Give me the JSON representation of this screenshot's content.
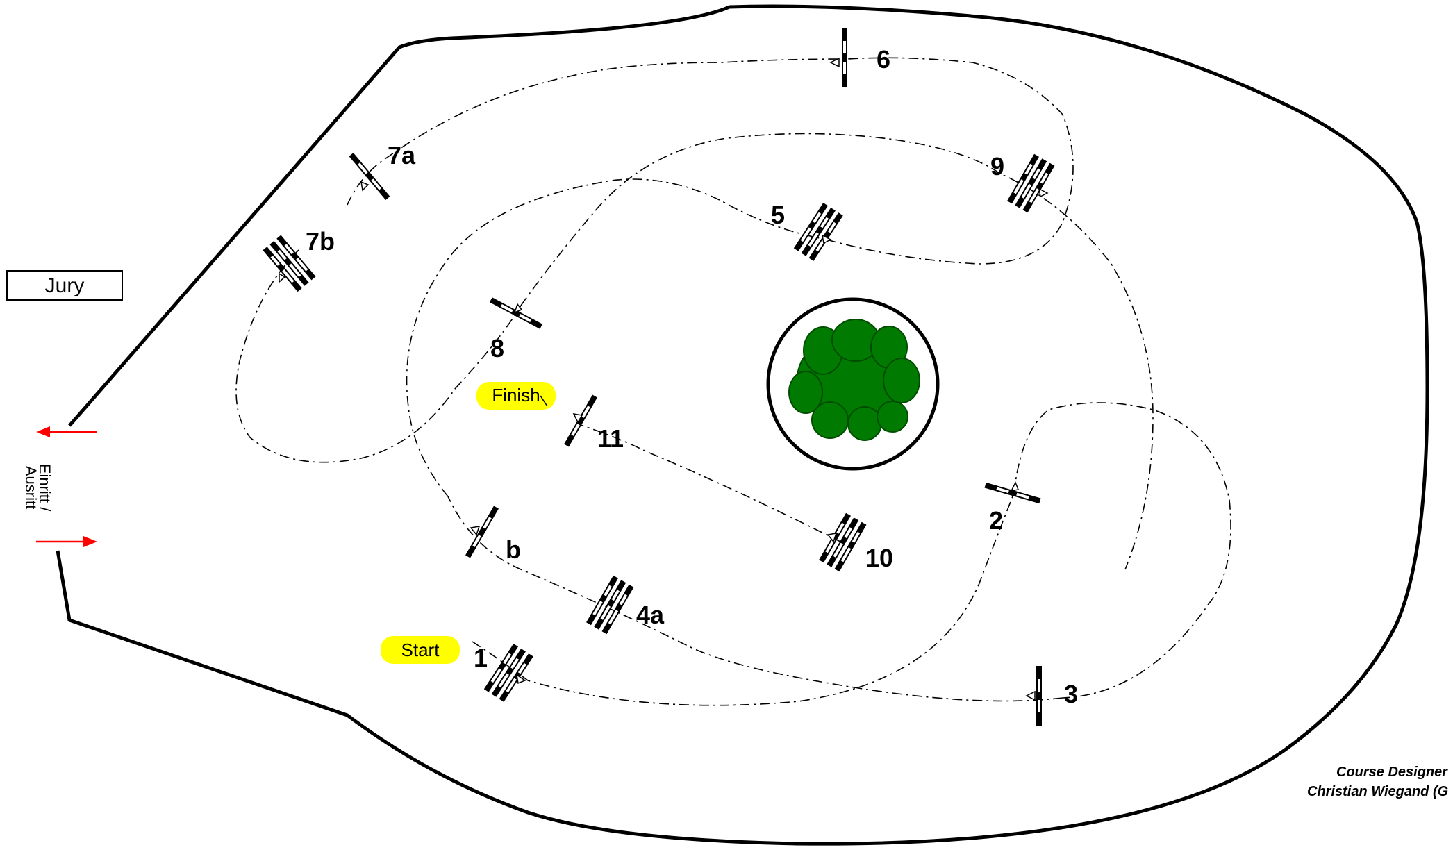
{
  "jury": {
    "label": "Jury"
  },
  "gate": {
    "line1": "Einritt /",
    "line2": "Ausritt"
  },
  "start": {
    "label": "Start"
  },
  "finish": {
    "label": "Finish"
  },
  "designer": {
    "line1": "Course Designer",
    "line2": "Christian Wiegand (G"
  },
  "jumps": [
    {
      "label": "1"
    },
    {
      "label": "2"
    },
    {
      "label": "3"
    },
    {
      "label": "4a"
    },
    {
      "label": "b"
    },
    {
      "label": "5"
    },
    {
      "label": "6"
    },
    {
      "label": "7a"
    },
    {
      "label": "7b"
    },
    {
      "label": "8"
    },
    {
      "label": "9"
    },
    {
      "label": "10"
    },
    {
      "label": "11"
    }
  ],
  "colors": {
    "tree": "#007a00",
    "highlight": "#ffff00",
    "arrow": "#ff0000"
  }
}
